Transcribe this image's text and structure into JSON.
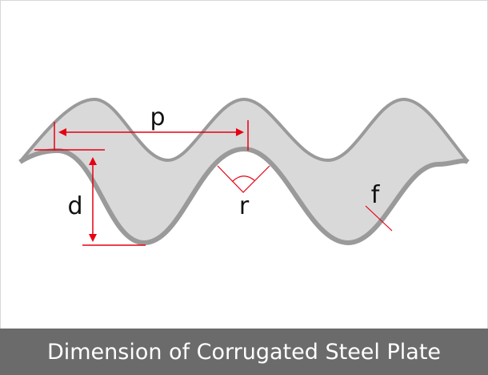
{
  "diagram": {
    "labels": {
      "pitch": "p",
      "depth": "d",
      "radius": "r",
      "thickness": "f"
    },
    "colors": {
      "plate_fill": "#d9d9d9",
      "plate_edge": "#9a9a9a",
      "annotation": "#e60012",
      "caption_bg": "#6b6b6b"
    }
  },
  "caption": "Dimension of Corrugated Steel Plate"
}
